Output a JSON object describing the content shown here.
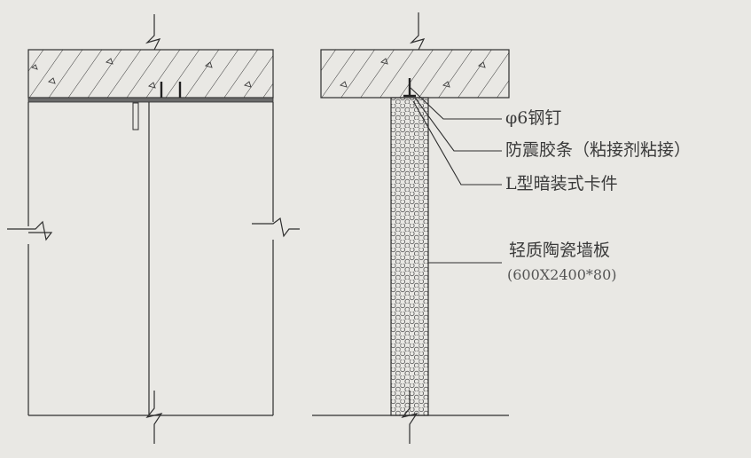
{
  "labels": {
    "steel_nail": "φ6钢钉",
    "seismic_strip": "防震胶条（粘接剂粘接）",
    "l_clip": "L型暗装式卡件",
    "panel_name": "轻质陶瓷墙板",
    "panel_size": "(600X2400*80)"
  },
  "colors": {
    "line": "#2e2e2e",
    "background": "#e9e8e4",
    "panel_fill": "#f3f3f0",
    "hatch": "#3a3a3a"
  },
  "icons": {
    "break_mark": "zigzag-break-symbol",
    "honeycomb": "hexagon-pattern"
  }
}
